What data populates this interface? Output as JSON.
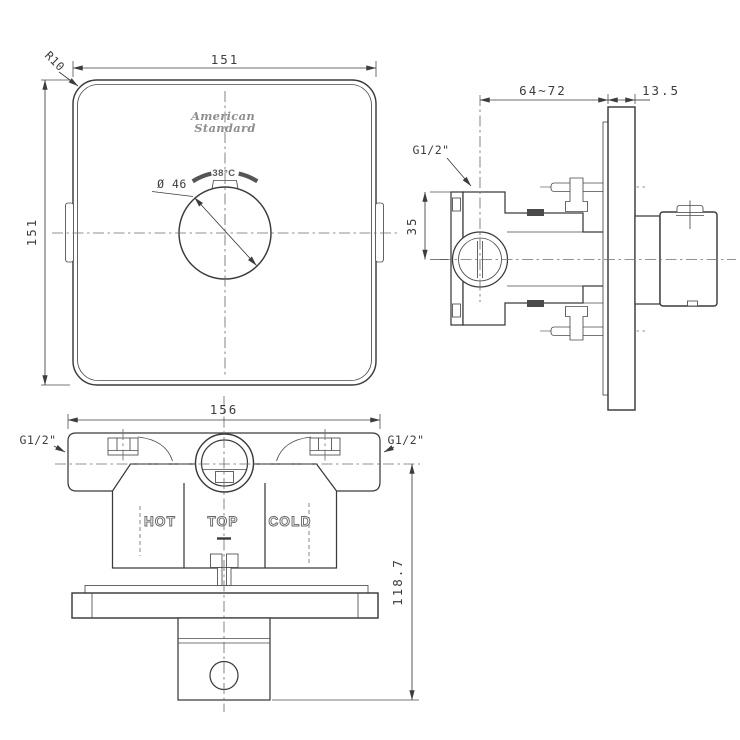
{
  "logo": {
    "line1": "American",
    "line2": "Standard"
  },
  "front_view": {
    "width": "151",
    "height": "151",
    "corner_radius": "R10",
    "knob_diameter": "Ø 46",
    "temperature": "38°C"
  },
  "side_view": {
    "depth_range": "64~72",
    "plate_thickness": "13.5",
    "thread_size": "G1/2\"",
    "port_offset": "35"
  },
  "bottom_view": {
    "width": "156",
    "thread_left": "G1/2\"",
    "thread_right": "G1/2\"",
    "height": "118.7",
    "labels": {
      "hot": "HOT",
      "top": "TOP",
      "cold": "COLD"
    }
  },
  "colors": {
    "line": "#3b3b3b",
    "dimension": "#3d3d3d",
    "centerline": "#6f6f6f",
    "logo_gray": "#8e8e8e",
    "background": "#ffffff"
  }
}
